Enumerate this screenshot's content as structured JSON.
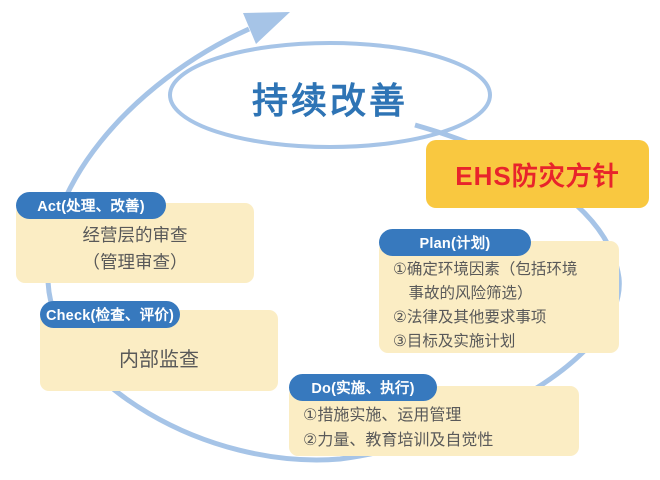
{
  "diagram": {
    "type": "pdca-cycle",
    "title": "持续改善",
    "policy_badge": "EHS防灾方针",
    "stages": {
      "act": {
        "label": "Act(处理、改善)",
        "lines": [
          "经营层的审查",
          "（管理审查）"
        ]
      },
      "check": {
        "label": "Check(检查、评价)",
        "lines": [
          "内部监查"
        ]
      },
      "plan": {
        "label": "Plan(计划)",
        "lines": [
          "①确定环境因素（包括环境",
          "　事故的风险筛选）",
          "②法律及其他要求事项",
          "③目标及实施计划"
        ]
      },
      "do": {
        "label": "Do(实施、执行)",
        "lines": [
          "①措施实施、运用管理",
          "②力量、教育培训及自觉性"
        ]
      }
    },
    "colors": {
      "arrow_blue": "#a6c4e7",
      "pill_blue": "#3779be",
      "title_blue": "#2e74b5",
      "card_cream": "#fbedc4",
      "badge_yellow": "#f9c840",
      "badge_text_red": "#e8242b",
      "body_text_gray": "#595959"
    }
  }
}
